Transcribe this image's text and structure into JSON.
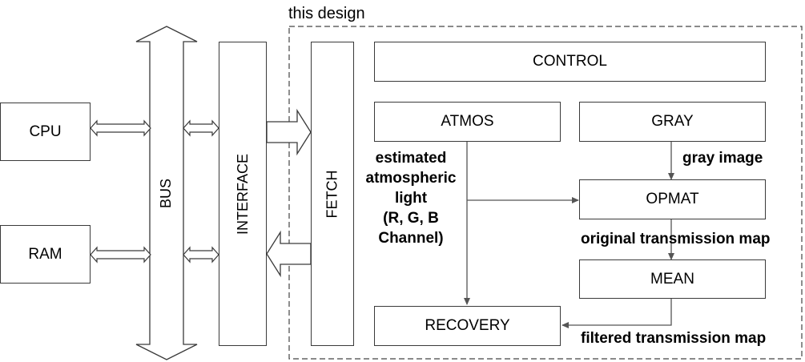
{
  "region": {
    "title": "this design"
  },
  "blocks": {
    "cpu": "CPU",
    "ram": "RAM",
    "bus": "BUS",
    "interface": "INTERFACE",
    "fetch": "FETCH",
    "control": "CONTROL",
    "atmos": "ATMOS",
    "gray": "GRAY",
    "opmat": "OPMAT",
    "mean": "MEAN",
    "recovery": "RECOVERY"
  },
  "edge_labels": {
    "atmos_lines": [
      "estimated",
      "atmospheric",
      "light",
      "(R, G, B",
      "Channel)"
    ],
    "gray_image": "gray image",
    "original_map": "original transmission map",
    "filtered_map": "filtered transmission map"
  }
}
